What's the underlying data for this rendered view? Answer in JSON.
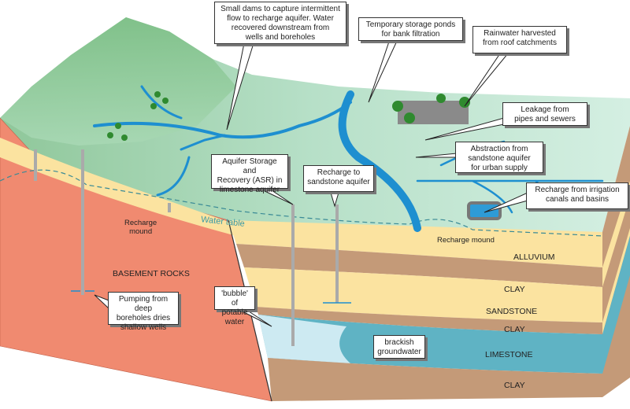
{
  "callouts": {
    "small_dams": "Small dams to capture intermittent\nflow to recharge aquifer. Water\nrecovered downstream from\nwells and boreholes",
    "storage_ponds": "Temporary storage ponds\nfor bank filtration",
    "rainwater": "Rainwater harvested\nfrom roof catchments",
    "leakage": "Leakage from\npipes and sewers",
    "abstraction": "Abstraction from\nsandstone aquifer\nfor urban supply",
    "asr": "Aquifer Storage and\nRecovery (ASR) in\nlimestone aquifer",
    "recharge_sandstone": "Recharge to\nsandstone aquifer",
    "irrigation": "Recharge from irrigation\ncanals and basins",
    "pumping": "Pumping from deep\nboreholes dries\nshallow wells",
    "bubble": "'bubble' of\npotable water",
    "brackish": "brackish\ngroundwater"
  },
  "labels": {
    "water_table": "Water table",
    "recharge_mound_left": "Recharge\nmound",
    "recharge_mound_right": "Recharge mound",
    "basement_rocks": "BASEMENT ROCKS",
    "alluvium": "ALLUVIUM",
    "clay1": "CLAY",
    "sandstone": "SANDSTONE",
    "clay2": "CLAY",
    "limestone": "LIMESTONE",
    "clay3": "CLAY"
  },
  "colors": {
    "basement": "#f08a70",
    "sand": "#fbe3a0",
    "clay": "#c49a78",
    "limestone": "#5fb3c4",
    "water": "#1e8fd0",
    "land": "#9fd3b0"
  }
}
